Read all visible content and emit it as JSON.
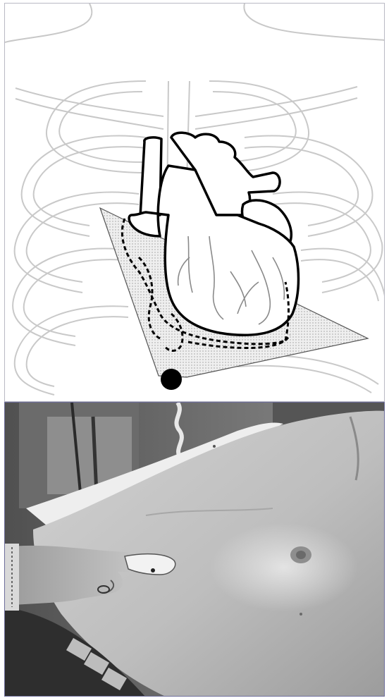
{
  "figure": {
    "panels": [
      {
        "id": "top",
        "content": "illustration",
        "subject": "heart-in-thorax-with-probe-footprint",
        "colors": {
          "outline": "#000000",
          "ribs": "#c9c9c9",
          "footprint_fill": "#e6e6e6",
          "marker": "#000000"
        }
      },
      {
        "id": "bottom",
        "content": "grayscale-photo",
        "subject": "hand-holding-ultrasound-probe-on-chest",
        "colors": {
          "skin": "#bdbdbd",
          "shadow": "#3a3a3a",
          "frame": "#6d6d9a"
        }
      }
    ]
  }
}
